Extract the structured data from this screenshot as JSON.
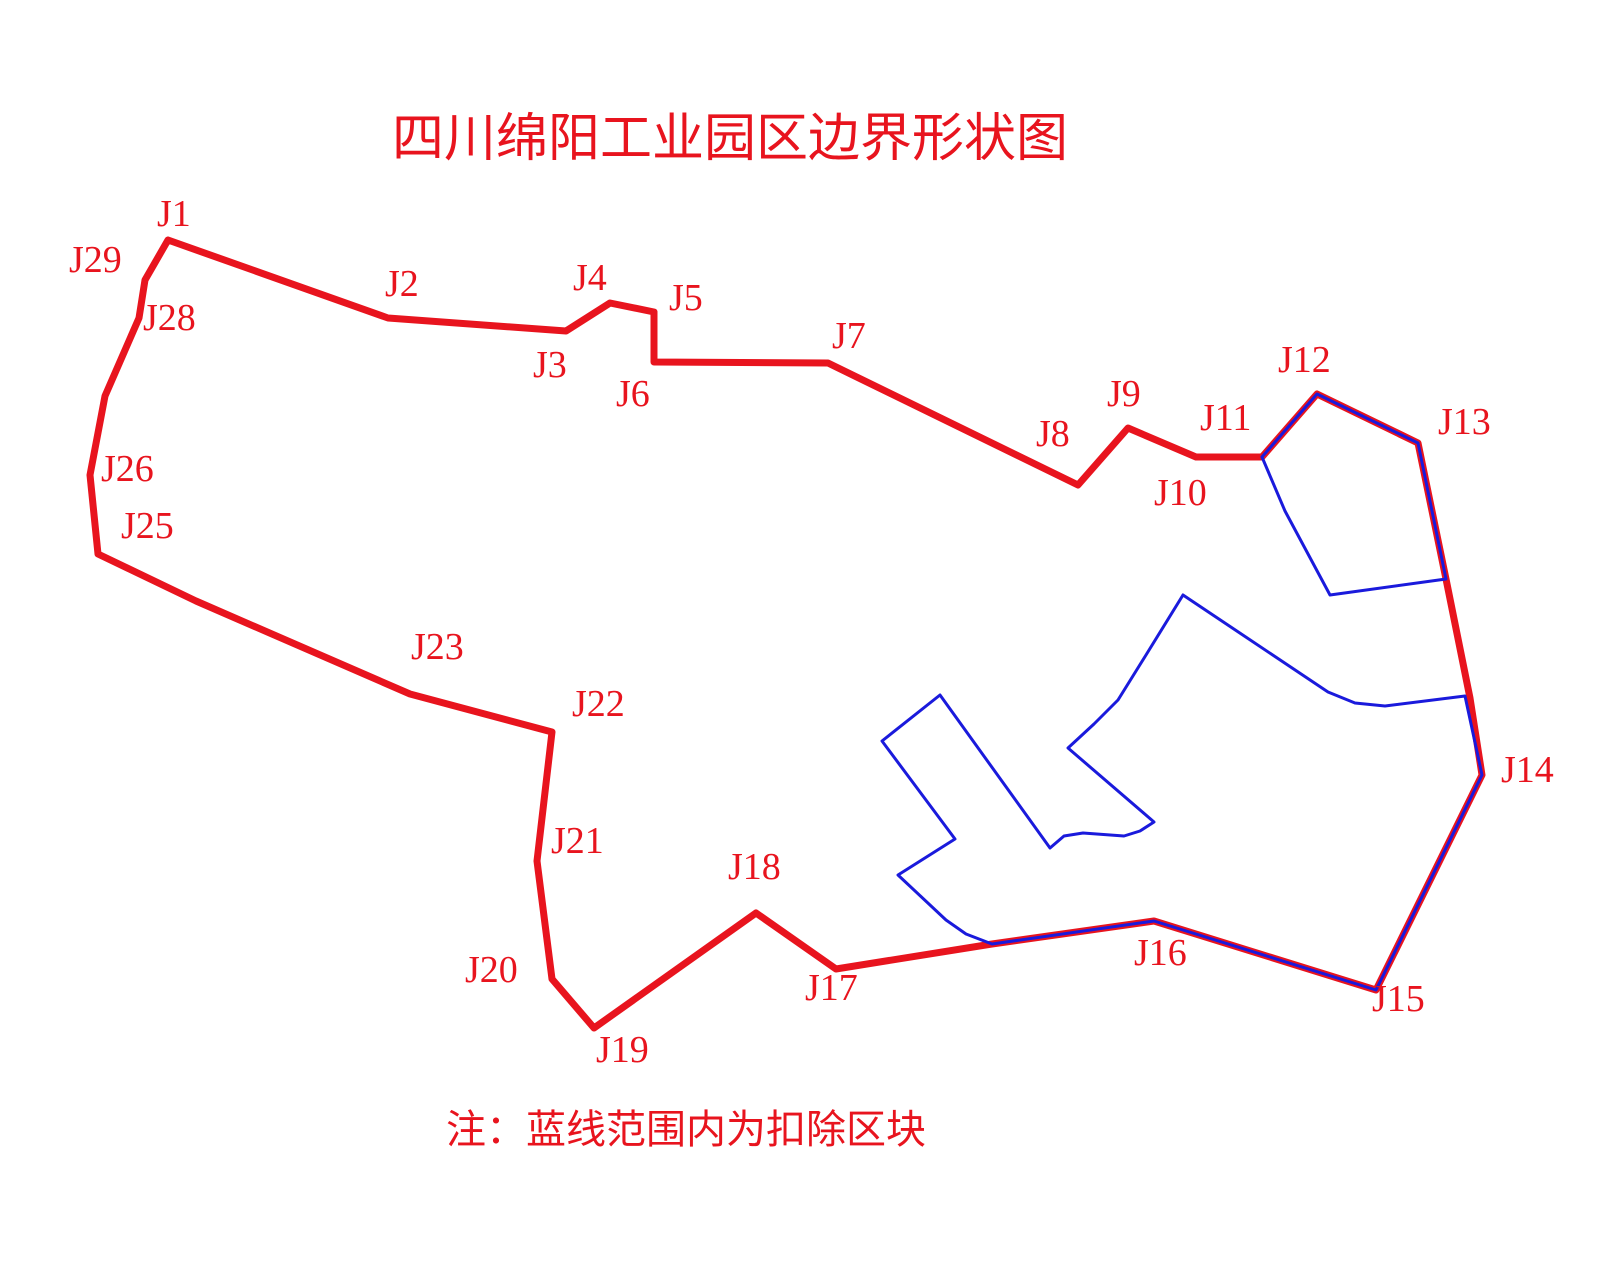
{
  "title": "四川绵阳工业园区边界形状图",
  "note": "注：蓝线范围内为扣除区块",
  "colors": {
    "boundary": "#e8141e",
    "excluded": "#1a1adc",
    "label": "#e8141e",
    "background": "#ffffff"
  },
  "vertex_labels": [
    "J1",
    "J2",
    "J3",
    "J4",
    "J5",
    "J6",
    "J7",
    "J8",
    "J9",
    "J10",
    "J11",
    "J12",
    "J13",
    "J14",
    "J15",
    "J16",
    "J17",
    "J18",
    "J19",
    "J20",
    "J21",
    "J22",
    "J23",
    "J25",
    "J26",
    "J28",
    "J29"
  ]
}
